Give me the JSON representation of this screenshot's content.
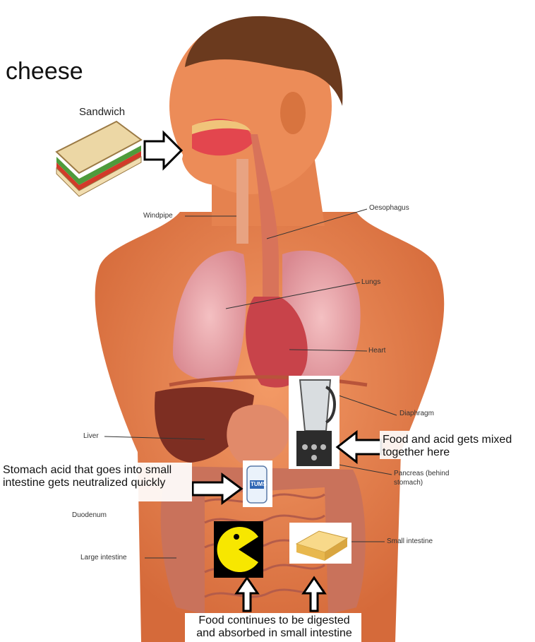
{
  "title": "cheese",
  "sandwich_label": "Sandwich",
  "labels": {
    "windpipe": "Windpipe",
    "oesophagus": "Oesophagus",
    "lungs": "Lungs",
    "heart": "Heart",
    "diaphragm": "Diaphragm",
    "liver": "Liver",
    "pancreas": "Pancreas (behind stomach)",
    "duodenum": "Duodenum",
    "small_intestine": "Small intestine",
    "large_intestine": "Large intestine"
  },
  "notes": {
    "blender": "Food and acid gets mixed together here",
    "stomach_acid": "Stomach acid that goes into small intestine gets neutralized quickly",
    "digest": "Food continues to be digested and absorbed in small intestine"
  },
  "tums_label": "TUMS",
  "colors": {
    "skin": "#e9804e",
    "skin_dark": "#c85f32",
    "hair": "#6b3a1e",
    "lung": "#e8a0a6",
    "heart": "#c8434a",
    "liver": "#7d2e22",
    "intestine": "#d98a78",
    "pacman": "#f7e700",
    "cheese": "#f3c662"
  }
}
